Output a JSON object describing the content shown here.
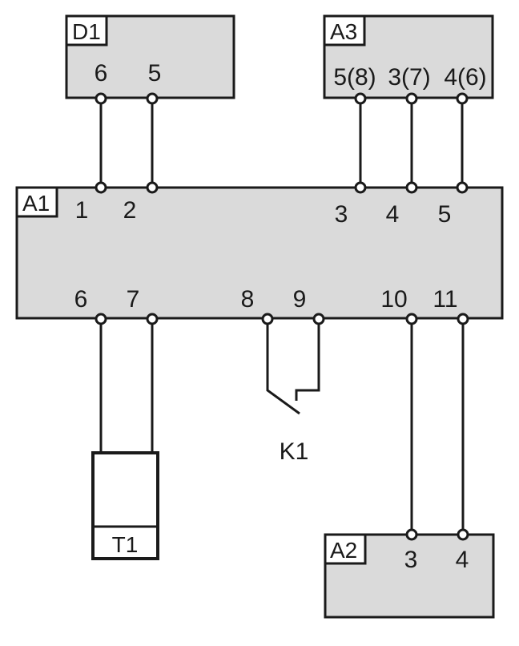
{
  "blocks": {
    "d1": {
      "label": "D1",
      "pins": [
        "6",
        "5"
      ]
    },
    "a3": {
      "label": "A3",
      "pins": [
        "5(8)",
        "3(7)",
        "4(6)"
      ]
    },
    "a1": {
      "label": "A1",
      "top_pins": [
        "1",
        "2",
        "3",
        "4",
        "5"
      ],
      "bottom_pins": [
        "6",
        "7",
        "8",
        "9",
        "10",
        "11"
      ]
    },
    "a2": {
      "label": "A2",
      "pins": [
        "3",
        "4"
      ]
    },
    "t1": {
      "label": "T1"
    }
  },
  "switch": {
    "label": "K1"
  },
  "colors": {
    "block_fill": "#dadada",
    "line": "#1a1a1a",
    "background": "#ffffff"
  }
}
